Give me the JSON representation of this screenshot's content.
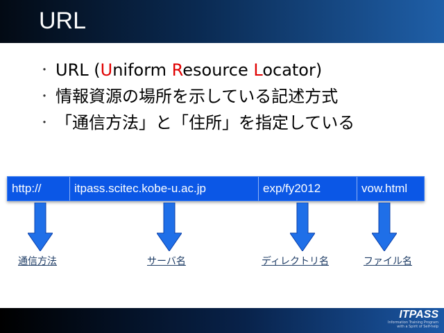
{
  "slide": {
    "title": "URL",
    "bullets": [
      {
        "parts": [
          {
            "text": "URL (",
            "red": false
          },
          {
            "text": "U",
            "red": true
          },
          {
            "text": "niform ",
            "red": false
          },
          {
            "text": "R",
            "red": true
          },
          {
            "text": "esource ",
            "red": false
          },
          {
            "text": "L",
            "red": true
          },
          {
            "text": "ocator)",
            "red": false
          }
        ]
      },
      {
        "text": "情報資源の場所を示している記述方式"
      },
      {
        "text": "「通信方法」と「住所」を指定している"
      }
    ],
    "bullet_marker": "・"
  },
  "url_diagram": {
    "segments": [
      "http://",
      "itpass.scitec.kobe-u.ac.jp",
      "exp/fy2012",
      "vow.html"
    ],
    "labels": [
      "通信方法",
      "サーバ名",
      "ディレクトリ名",
      "ファイル名"
    ],
    "bar_color": "#0b57e6",
    "arrow_color": "#1f6fe8",
    "label_color": "#1f3d66"
  },
  "footer": {
    "logo": "ITPASS",
    "tagline_1": "Information Training Program",
    "tagline_2": "with a Spirit of Self-help"
  }
}
